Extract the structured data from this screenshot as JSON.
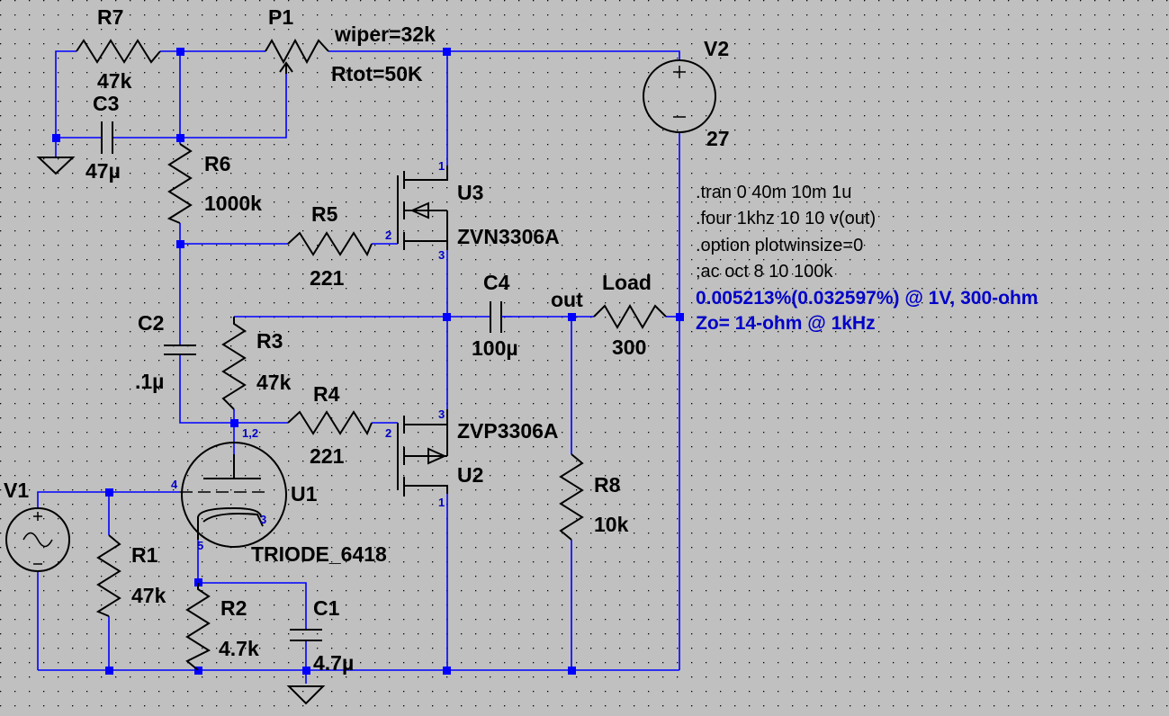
{
  "components": {
    "r7": {
      "ref": "R7",
      "value": "47k"
    },
    "p1": {
      "ref": "P1",
      "wiper": "wiper=32k",
      "rtot": "Rtot=50K"
    },
    "v2": {
      "ref": "V2",
      "value": "27"
    },
    "c3": {
      "ref": "C3",
      "value": "47µ"
    },
    "r6": {
      "ref": "R6",
      "value": "1000k"
    },
    "u3": {
      "ref": "U3",
      "part": "ZVN3306A",
      "pins": [
        "1",
        "2",
        "3"
      ]
    },
    "r5": {
      "ref": "R5",
      "value": "221"
    },
    "c4": {
      "ref": "C4",
      "value": "100µ"
    },
    "load": {
      "ref": "Load",
      "value": "300"
    },
    "c2": {
      "ref": "C2",
      "value": ".1µ"
    },
    "r3": {
      "ref": "R3",
      "value": "47k"
    },
    "r4": {
      "ref": "R4",
      "value": "221"
    },
    "u2": {
      "ref": "U2",
      "part": "ZVP3306A",
      "pins": [
        "3",
        "2",
        "1"
      ]
    },
    "u1": {
      "ref": "U1",
      "part": "TRIODE_6418",
      "pins": [
        "1,2",
        "4",
        "3",
        "5"
      ]
    },
    "v1": {
      "ref": "V1"
    },
    "r1": {
      "ref": "R1",
      "value": "47k"
    },
    "r2": {
      "ref": "R2",
      "value": "4.7k"
    },
    "c1": {
      "ref": "C1",
      "value": "4.7µ"
    },
    "r8": {
      "ref": "R8",
      "value": "10k"
    }
  },
  "net_labels": {
    "out": "out"
  },
  "directives": [
    ".tran 0 40m 10m 1u",
    ".four 1khz 10 10 v(out)",
    ".option plotwinsize=0",
    ";ac oct 8 10 100k"
  ],
  "results": [
    "0.005213%(0.032597%) @ 1V, 300-ohm",
    "Zo= 14-ohm @ 1kHz"
  ],
  "colors": {
    "background": "#c0c0c0",
    "wire": "#0000ff",
    "component": "#000000",
    "result_text": "#0000c8",
    "grid_dot": "#000000"
  }
}
